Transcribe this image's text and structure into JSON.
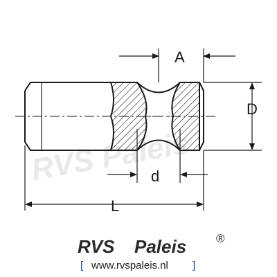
{
  "labels": {
    "A": "A",
    "D": "D",
    "d": "d",
    "L": "L"
  },
  "watermark": {
    "text": "RVS Paleis"
  },
  "brand": {
    "name_part1": "RVS",
    "name_part2": "Paleis",
    "registered": "®",
    "url": "www.rvspaleis.nl",
    "bracket_open": "[",
    "bracket_close": "]"
  },
  "colors": {
    "line": "#1a1a1a",
    "bracket": "#1f4fa0"
  }
}
